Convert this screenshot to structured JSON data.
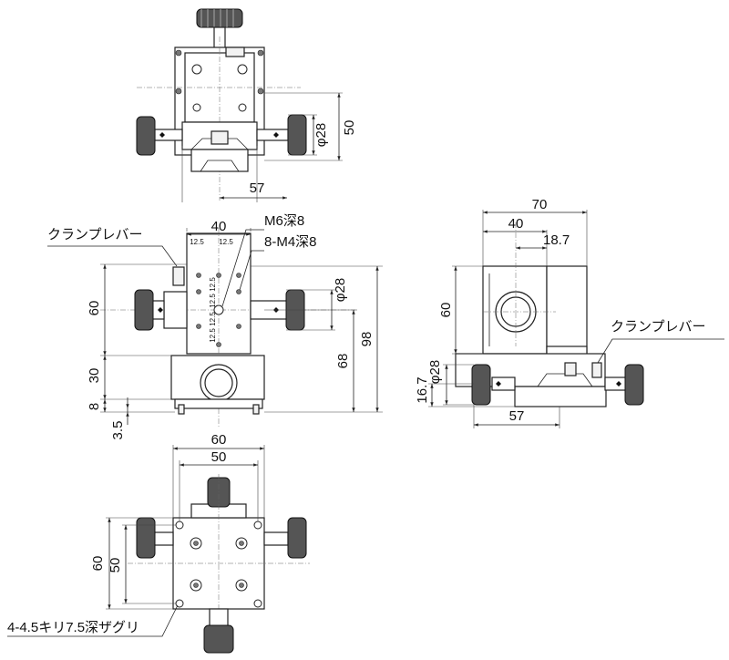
{
  "top_view": {
    "dim_width": "57",
    "dim_height": "50",
    "dim_knob_dia": "φ28"
  },
  "front_view": {
    "dim_width": "40",
    "pitch_labels": [
      "12.5",
      "12.5"
    ],
    "pitch_labels_v": [
      "12.5",
      "12.5",
      "12.5",
      "12.5"
    ],
    "callout_tap": "M6深8",
    "callout_tap2": "8-M4深8",
    "callout_clamp": "クランプレバー",
    "dim_knob_dia": "φ28",
    "dim_h60": "60",
    "dim_h30": "30",
    "dim_h8": "8",
    "dim_h35": "3.5",
    "dim_h68": "68",
    "dim_h98": "98"
  },
  "side_view": {
    "dim_70": "70",
    "dim_40": "40",
    "dim_187": "18.7",
    "dim_60": "60",
    "dim_knob_dia": "φ28",
    "dim_167": "16.7",
    "dim_57": "57",
    "callout_clamp": "クランプレバー"
  },
  "bottom_view": {
    "dim_60w": "60",
    "dim_50w": "50",
    "dim_60h": "60",
    "dim_50h": "50",
    "callout_holes": "4-4.5キリ7.5深ザグリ"
  }
}
